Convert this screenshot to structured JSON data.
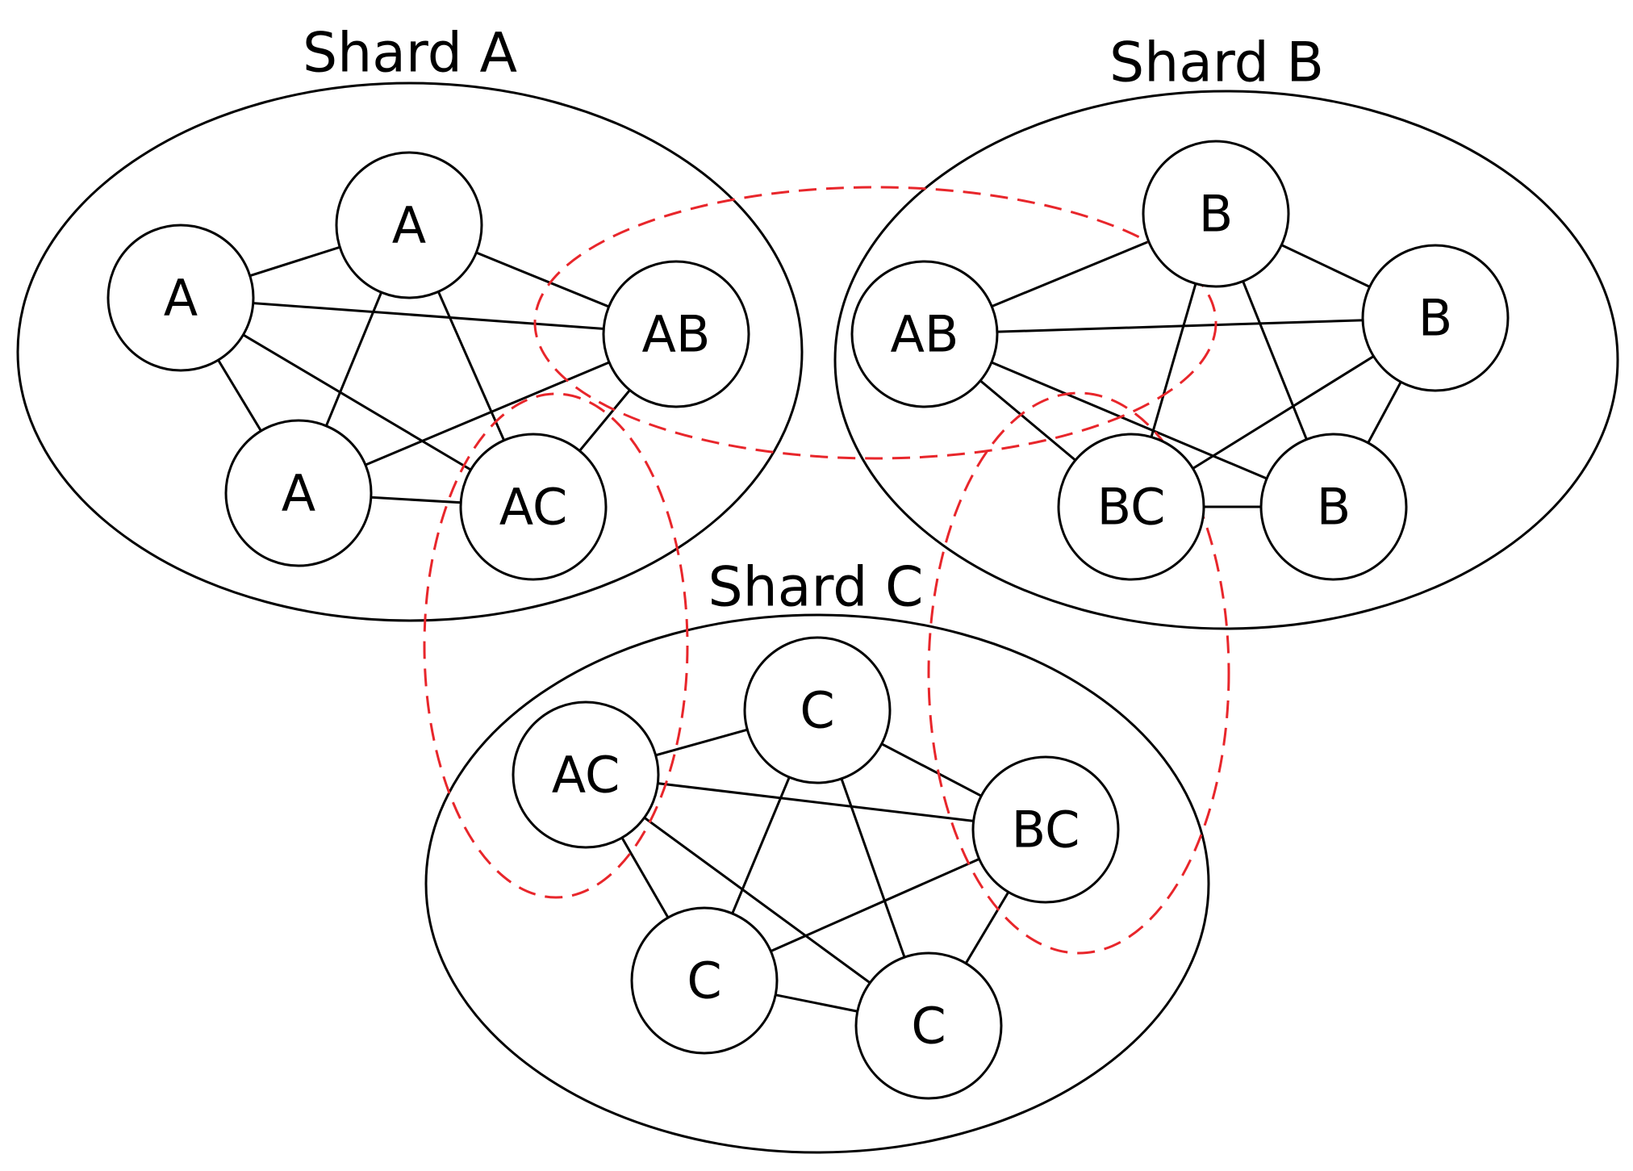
{
  "shards": [
    {
      "id": "A",
      "title": "Shard A"
    },
    {
      "id": "B",
      "title": "Shard B"
    },
    {
      "id": "C",
      "title": "Shard C"
    }
  ],
  "nodes": [
    {
      "id": "a1",
      "label": "A"
    },
    {
      "id": "a2",
      "label": "A"
    },
    {
      "id": "a3",
      "label": "A"
    },
    {
      "id": "abA",
      "label": "AB"
    },
    {
      "id": "acA",
      "label": "AC"
    },
    {
      "id": "b1",
      "label": "B"
    },
    {
      "id": "b2",
      "label": "B"
    },
    {
      "id": "b3",
      "label": "B"
    },
    {
      "id": "abB",
      "label": "AB"
    },
    {
      "id": "bcB",
      "label": "BC"
    },
    {
      "id": "c1",
      "label": "C"
    },
    {
      "id": "c2",
      "label": "C"
    },
    {
      "id": "c3",
      "label": "C"
    },
    {
      "id": "acC",
      "label": "AC"
    },
    {
      "id": "bcC",
      "label": "BC"
    }
  ],
  "edges": [
    [
      "a1",
      "a2"
    ],
    [
      "a1",
      "abA"
    ],
    [
      "a1",
      "a3"
    ],
    [
      "a1",
      "acA"
    ],
    [
      "a2",
      "abA"
    ],
    [
      "a2",
      "a3"
    ],
    [
      "a2",
      "acA"
    ],
    [
      "a3",
      "abA"
    ],
    [
      "a3",
      "acA"
    ],
    [
      "acA",
      "abA"
    ],
    [
      "b1",
      "abB"
    ],
    [
      "b1",
      "b2"
    ],
    [
      "b1",
      "bcB"
    ],
    [
      "b1",
      "b3"
    ],
    [
      "abB",
      "b2"
    ],
    [
      "abB",
      "bcB"
    ],
    [
      "abB",
      "b3"
    ],
    [
      "b2",
      "bcB"
    ],
    [
      "b2",
      "b3"
    ],
    [
      "bcB",
      "b3"
    ],
    [
      "acC",
      "c1"
    ],
    [
      "acC",
      "bcC"
    ],
    [
      "acC",
      "c2"
    ],
    [
      "acC",
      "c3"
    ],
    [
      "c1",
      "bcC"
    ],
    [
      "c1",
      "c2"
    ],
    [
      "c1",
      "c3"
    ],
    [
      "c2",
      "bcC"
    ],
    [
      "c2",
      "c3"
    ],
    [
      "bcC",
      "c3"
    ]
  ],
  "colors": {
    "outline": "#000000",
    "overlap": "#e8262b",
    "background": "#ffffff"
  }
}
